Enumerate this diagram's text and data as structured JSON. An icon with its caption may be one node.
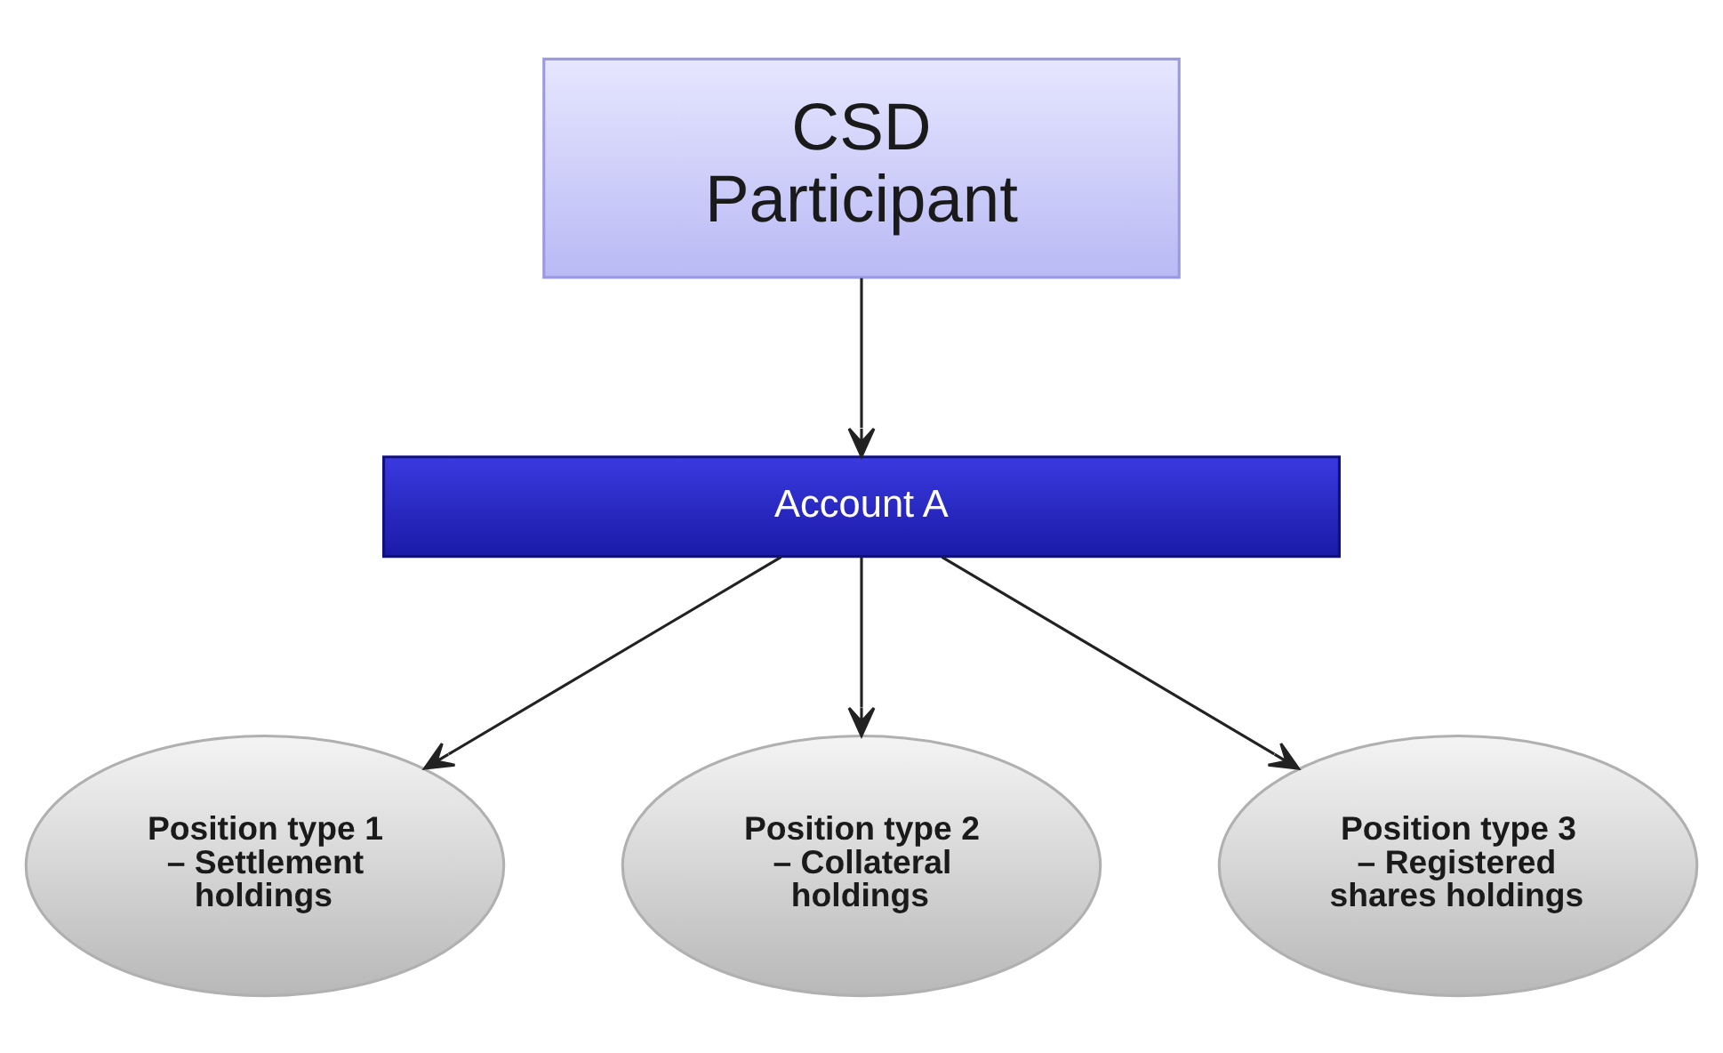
{
  "diagram": {
    "nodes": [
      {
        "text": [
          "CSD Participant"
        ]
      },
      {
        "text": [
          "Account A"
        ]
      },
      {
        "text": [
          "Position type 1 – Settlement holdings"
        ]
      },
      {
        "text": [
          "Position type 2 – Collateral holdings"
        ]
      },
      {
        "text": [
          "Position type 3 – Registered shares holdings"
        ]
      }
    ],
    "edges": [
      {
        "from": 0,
        "to": 1,
        "arrow": "to"
      },
      {
        "from": 1,
        "to": 2,
        "arrow": "to"
      },
      {
        "from": 1,
        "to": 3,
        "arrow": "to"
      },
      {
        "from": 1,
        "to": 4,
        "arrow": "to"
      }
    ]
  }
}
